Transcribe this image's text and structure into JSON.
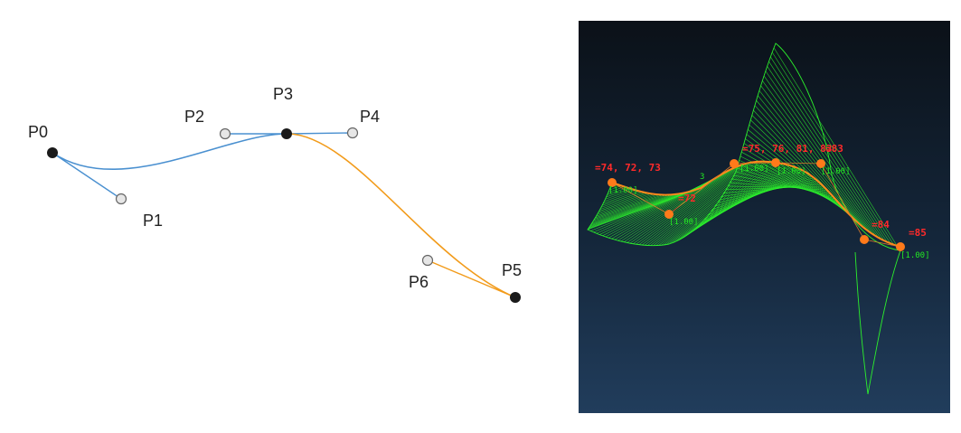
{
  "left_diagram": {
    "colors": {
      "segment1": "#4a90d0",
      "segment2": "#f29b1a",
      "anchor": "#1a1a1a",
      "control_fill": "#e6e6e6",
      "control_stroke": "#666666"
    },
    "points": [
      {
        "label": "P0",
        "kind": "anchor"
      },
      {
        "label": "P1",
        "kind": "control"
      },
      {
        "label": "P2",
        "kind": "control"
      },
      {
        "label": "P3",
        "kind": "anchor"
      },
      {
        "label": "P4",
        "kind": "control"
      },
      {
        "label": "P5",
        "kind": "anchor"
      },
      {
        "label": "P6",
        "kind": "control"
      }
    ]
  },
  "right_panel": {
    "colors": {
      "curve": "#ff8a1c",
      "comb": "#2cf02c",
      "point": "#ff7a1a",
      "label": "#ff2a2a",
      "weight": "#23e823"
    },
    "red_labels": [
      "=74, 72, 73",
      "=72",
      "=75, 76, 81, 83",
      "=83",
      "=84",
      "=85"
    ],
    "green_labels": [
      "3",
      "[1.00]",
      "[1.00]",
      "[1.00]",
      "[1.00]",
      "[1.00]",
      "[1.00]"
    ]
  }
}
